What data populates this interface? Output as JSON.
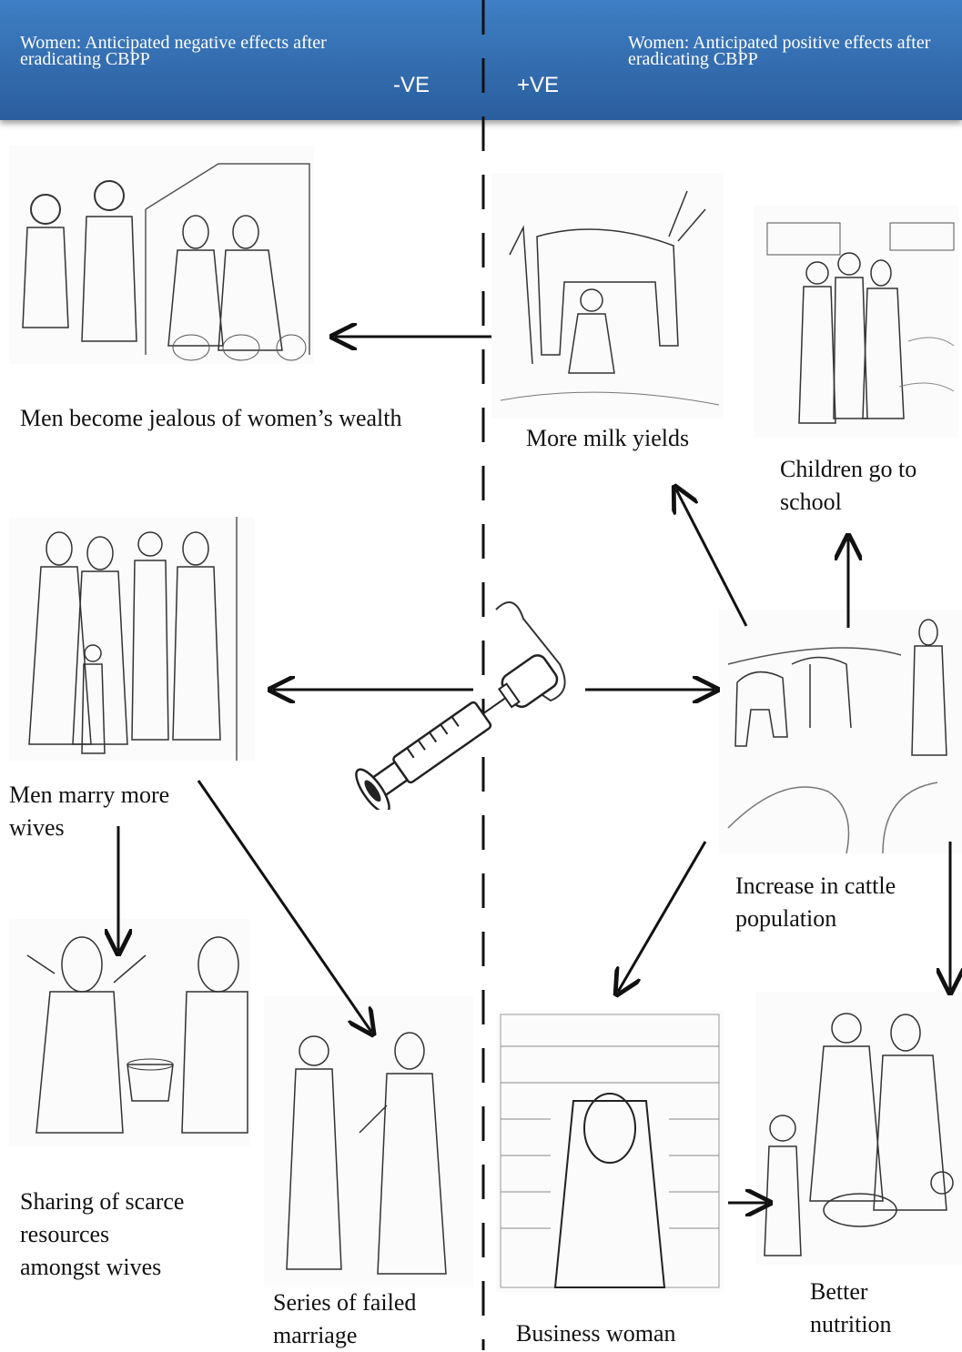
{
  "header": {
    "left_title": "Women: Anticipated negative effects after eradicating  CBPP",
    "right_title": "Women: Anticipated positive effects after eradicating  CBPP",
    "negative_sign": "-VE",
    "positive_sign": "+VE"
  },
  "labels": {
    "jealous": "Men become jealous of women’s wealth",
    "milk": "More milk yields",
    "school": "Children go to school",
    "marry": "Men marry more wives",
    "cattle": "Increase in cattle population",
    "sharing": "Sharing of scarce resources amongst wives",
    "failed": "Series of failed marriage",
    "business": "Business woman",
    "nutrition": "Better nutrition"
  },
  "illustrations": {
    "jealous": "market-stall-sketch",
    "milk": "milking-cow-sketch",
    "school": "children-walking-to-school-sketch",
    "marry": "man-with-wives-sketch",
    "vaccine": "syringe-and-vial-icon",
    "cattle": "cattle-herd-sketch",
    "sharing": "arguing-wives-sketch",
    "failed": "couple-arguing-sketch",
    "business": "shop-woman-sketch",
    "nutrition": "family-eating-sketch"
  }
}
